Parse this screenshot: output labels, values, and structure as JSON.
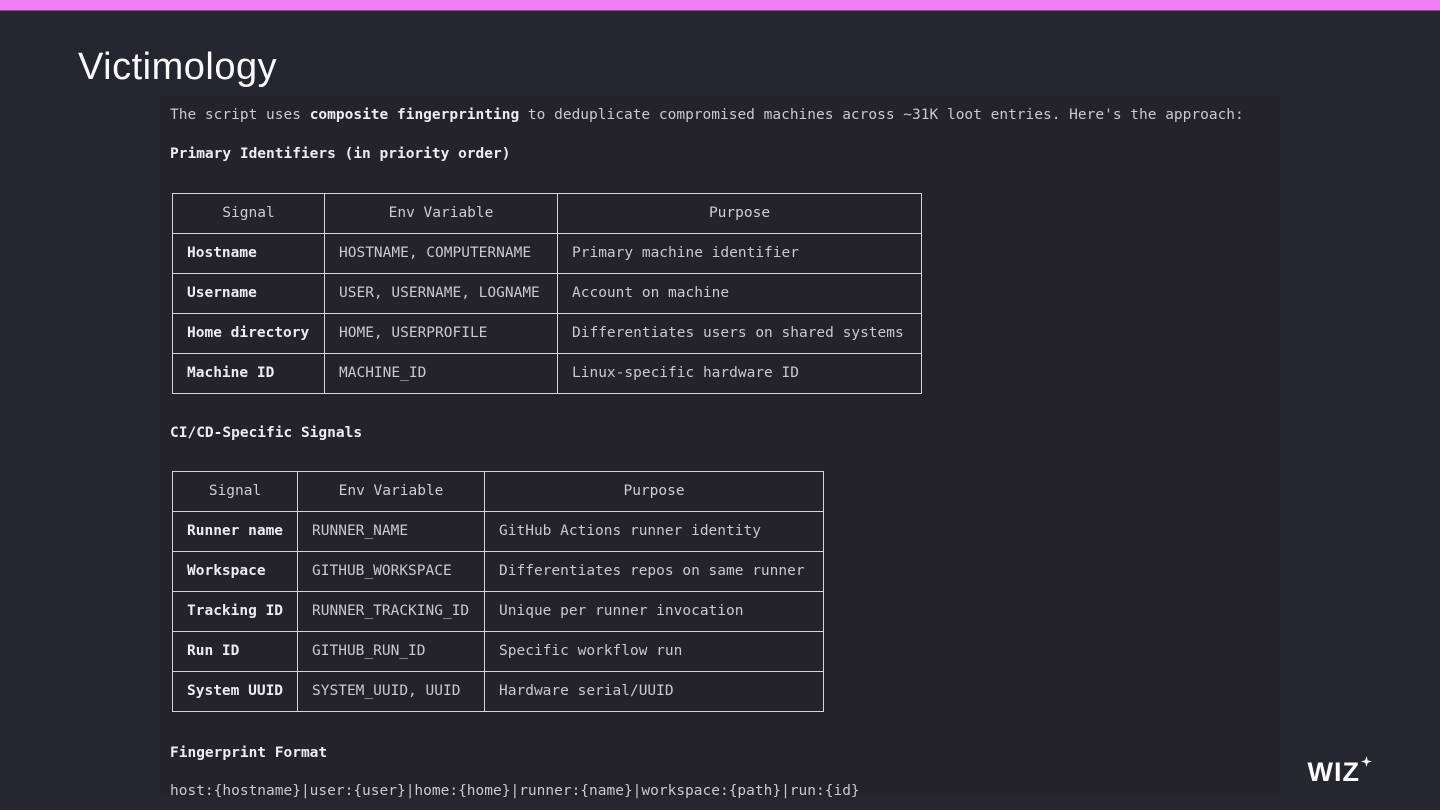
{
  "slide": {
    "title": "Victimology",
    "accent_color": "#ef7ef2",
    "intro": {
      "pre": "The script uses ",
      "bold": "composite fingerprinting",
      "post": " to deduplicate compromised machines across ~31K loot entries. Here's the approach:"
    }
  },
  "tables": [
    {
      "heading": "Primary Identifiers (in priority order)",
      "columns": [
        "Signal",
        "Env Variable",
        "Purpose"
      ],
      "rows": [
        [
          "Hostname",
          "HOSTNAME, COMPUTERNAME",
          "Primary machine identifier"
        ],
        [
          "Username",
          "USER, USERNAME, LOGNAME",
          "Account on machine"
        ],
        [
          "Home directory",
          "HOME, USERPROFILE",
          "Differentiates users on shared systems"
        ],
        [
          "Machine ID",
          "MACHINE_ID",
          "Linux-specific hardware ID"
        ]
      ]
    },
    {
      "heading": "CI/CD-Specific Signals",
      "columns": [
        "Signal",
        "Env Variable",
        "Purpose"
      ],
      "rows": [
        [
          "Runner name",
          "RUNNER_NAME",
          "GitHub Actions runner identity"
        ],
        [
          "Workspace",
          "GITHUB_WORKSPACE",
          "Differentiates repos on same runner"
        ],
        [
          "Tracking ID",
          "RUNNER_TRACKING_ID",
          "Unique per runner invocation"
        ],
        [
          "Run ID",
          "GITHUB_RUN_ID",
          "Specific workflow run"
        ],
        [
          "System UUID",
          "SYSTEM_UUID, UUID",
          "Hardware serial/UUID"
        ]
      ]
    }
  ],
  "fingerprint": {
    "heading": "Fingerprint Format",
    "format": "host:{hostname}|user:{user}|home:{home}|runner:{name}|workspace:{path}|run:{id}"
  },
  "logo": {
    "text": "WIZ"
  }
}
